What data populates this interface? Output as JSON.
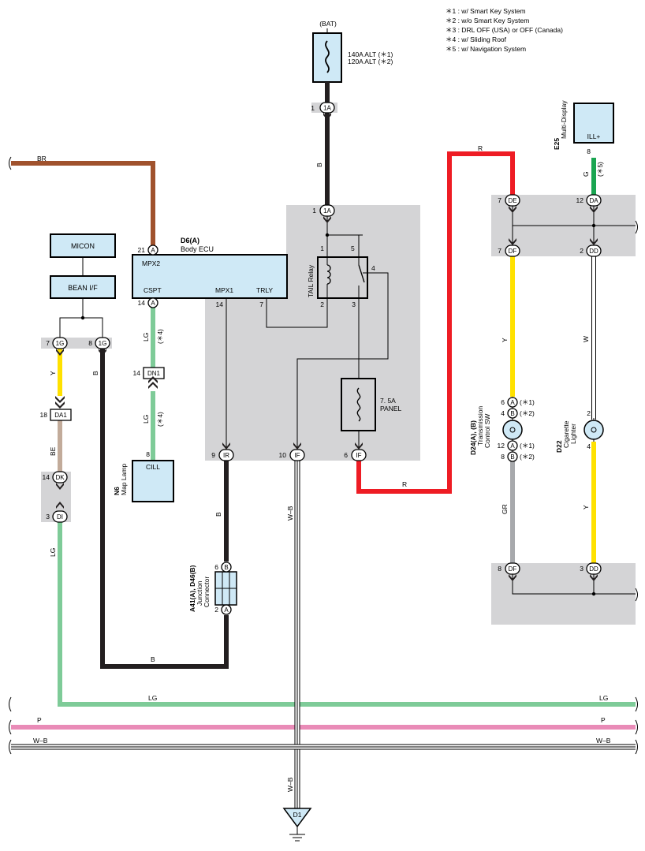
{
  "notes": [
    "＊1 : w/ Smart Key System",
    "＊2 : w/o Smart Key System",
    "＊3 : DRL OFF (USA) or OFF (Canada)",
    "＊4 : w/ Sliding Roof",
    "＊5 : w/ Navigation System"
  ],
  "battery": {
    "label": "(BAT)",
    "fuse_line1": "140A ALT (＊1)",
    "fuse_line2": "120A ALT (＊2)"
  },
  "body_ecu": {
    "code": "D6(A)",
    "name": "Body ECU",
    "mpx2": "MPX2",
    "cspt": "CSPT",
    "mpx1": "MPX1",
    "trly": "TRLY"
  },
  "micon": "MICON",
  "bean_if": "BEAN I/F",
  "tail_relay": "TAIL Relay",
  "panel_fuse": {
    "line1": "7. 5A",
    "line2": "PANEL"
  },
  "map_lamp": {
    "code": "N6",
    "name": "Map Lamp",
    "terminal": "CILL"
  },
  "junction": {
    "code": "A41(A), D46(B)",
    "name1": "Junction",
    "name2": "Connector"
  },
  "multi_display": {
    "code": "E25",
    "name": "Multi-Display",
    "terminal": "ILL+"
  },
  "trans_sw": {
    "code": "D24(A), (B)",
    "name1": "Transmission",
    "name2": "Control SW"
  },
  "cig_lighter": {
    "code": "D22",
    "name1": "Cigarette",
    "name2": "Lighter"
  },
  "ground": "D1",
  "connectors": {
    "c1a_top": "1A",
    "c1a_relay": "1A",
    "ir": "IR",
    "if10": "IF",
    "if6": "IF",
    "a21": "A",
    "a14": "A",
    "g7": "1G",
    "g8": "1G",
    "da1": "DA1",
    "dn1": "DN1",
    "dk": "DK",
    "di": "DI",
    "de": "DE",
    "da": "DA",
    "df_top": "DF",
    "dd_top": "DD",
    "df_bot": "DF",
    "dd_bot": "DD",
    "ja_b": "B",
    "ja_a": "A",
    "ts_a6": "A",
    "ts_b4": "B",
    "ts_a12": "A",
    "ts_b8": "B"
  },
  "pins": {
    "p1a_top": "1",
    "p1a_relay": "1",
    "p21": "21",
    "p14ecu": "14",
    "p14mpx1": "14",
    "p7trly": "7",
    "relay1": "1",
    "relay5": "5",
    "relay4": "4",
    "relay2": "2",
    "relay3": "3",
    "p9": "9",
    "p10": "10",
    "p6": "6",
    "g7": "7",
    "g8": "8",
    "da1": "18",
    "dn1": "14",
    "cill": "8",
    "dk": "14",
    "di": "3",
    "de": "7",
    "da": "12",
    "df_top": "7",
    "dd_top": "2",
    "ill": "8",
    "ts6": "6",
    "ts4": "4",
    "ts12": "12",
    "ts8": "8",
    "cig2": "2",
    "cig4": "4",
    "df_bot": "8",
    "dd_bot": "3",
    "ja6": "6",
    "ja2": "2"
  },
  "qualifiers": {
    "lg4a": "(＊4)",
    "lg4b": "(＊4)",
    "g5": "(＊5)",
    "ts6": "(＊1)",
    "ts4": "(＊2)",
    "ts12": "(＊1)",
    "ts8": "(＊2)"
  },
  "wire_labels": {
    "br": "BR",
    "b_bat": "B",
    "r_top": "R",
    "g": "G",
    "lg_a": "LG",
    "lg_b": "LG",
    "y_left": "Y",
    "b_left": "B",
    "be": "BE",
    "lg_left": "LG",
    "b_mid": "B",
    "b_bottom": "B",
    "wb_mid": "W–B",
    "wb_bottom": "W–B",
    "r_bot": "R",
    "y_ts": "Y",
    "w": "W",
    "gr": "GR",
    "y_cig": "Y",
    "lg_bus_l": "LG",
    "lg_bus_r": "LG",
    "p_l": "P",
    "p_r": "P",
    "wb_bus_l": "W–B",
    "wb_bus_r": "W–B"
  },
  "colors": {
    "BR": "#a0522d",
    "B": "#231f20",
    "R": "#ee1c24",
    "G": "#1aa551",
    "LG": "#7ecb98",
    "Y": "#ffe100",
    "BE": "#c2ab9a",
    "GR": "#a7a9ac",
    "P": "#e98bb7",
    "W": "#ffffff",
    "box": "#cfe9f6",
    "gray": "#d4d4d6"
  }
}
